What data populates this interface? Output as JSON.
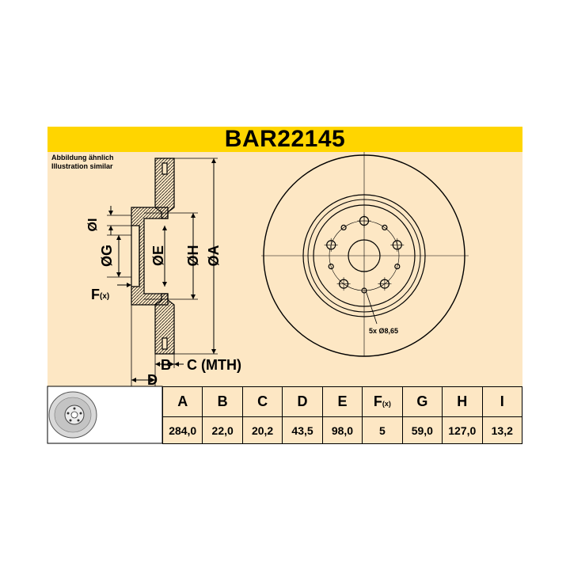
{
  "title": "BAR22145",
  "note": {
    "line1": "Abbildung ähnlich",
    "line2": "Illustration similar"
  },
  "side_labels": {
    "I": "ØI",
    "G": "ØG",
    "E": "ØE",
    "H": "ØH",
    "A": "ØA",
    "F": "F",
    "F_sub": "(x)",
    "B": "B",
    "C": "C (MTH)",
    "D": "D"
  },
  "front_label": "5x Ø8,65",
  "table": {
    "headers": [
      {
        "main": "A",
        "sub": ""
      },
      {
        "main": "B",
        "sub": ""
      },
      {
        "main": "C",
        "sub": ""
      },
      {
        "main": "D",
        "sub": ""
      },
      {
        "main": "E",
        "sub": ""
      },
      {
        "main": "F",
        "sub": "(x)"
      },
      {
        "main": "G",
        "sub": ""
      },
      {
        "main": "H",
        "sub": ""
      },
      {
        "main": "I",
        "sub": ""
      }
    ],
    "values": [
      "284,0",
      "22,0",
      "20,2",
      "43,5",
      "98,0",
      "5",
      "59,0",
      "127,0",
      "13,2"
    ]
  }
}
